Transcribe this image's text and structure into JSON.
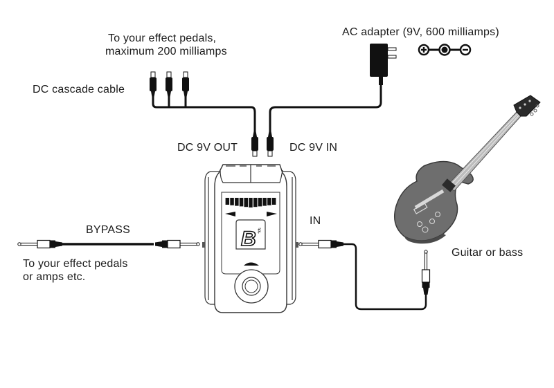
{
  "labels": {
    "effect_pedals_line1": "To your effect pedals,",
    "effect_pedals_line2": "maximum 200 milliamps",
    "dc_cascade_cable": "DC cascade cable",
    "ac_adapter": "AC adapter (9V, 600 milliamps)",
    "dc_9v_out": "DC 9V OUT",
    "dc_9v_in": "DC 9V IN",
    "bypass": "BYPASS",
    "in": "IN",
    "to_effect_line1": "To your effect pedals",
    "to_effect_line2": "or amps etc.",
    "guitar_or_bass": "Guitar or bass"
  },
  "tuner": {
    "display_note": "B",
    "accidental": "♯",
    "meter_segments": 11
  },
  "polarity_symbols": [
    "plus-icon",
    "center-pin-icon",
    "minus-icon"
  ],
  "colors": {
    "line": "#111111",
    "pedal_outline": "#333333",
    "guitar_body": "#6e6e6e",
    "guitar_dark": "#2a2a2a"
  }
}
